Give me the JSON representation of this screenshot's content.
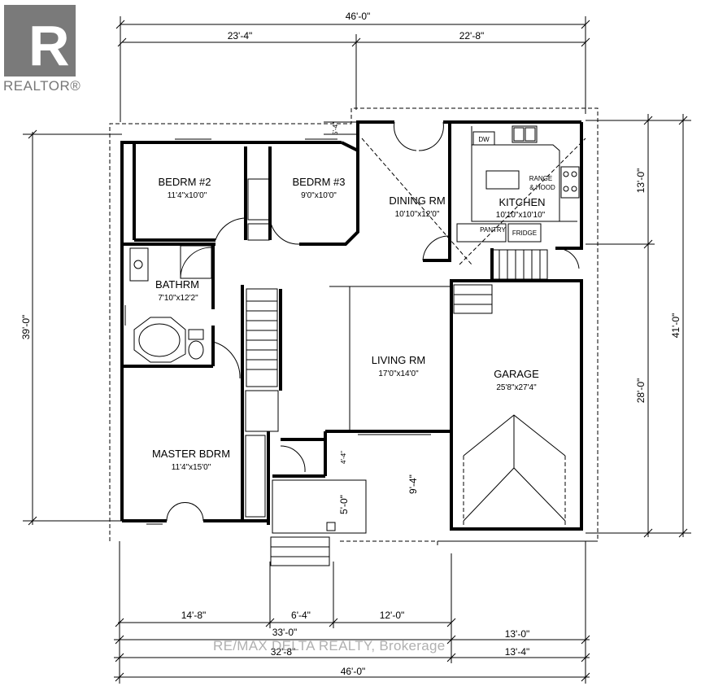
{
  "logo": {
    "text": "REALTOR®"
  },
  "watermark": "RE/MAX DELTA REALTY, Brokerage",
  "rooms": {
    "bedroom2": {
      "name": "BEDRM #2",
      "size": "11'4\"x10'0\""
    },
    "bedroom3": {
      "name": "BEDRM #3",
      "size": "9'0\"x10'0\""
    },
    "dining": {
      "name": "DINING RM",
      "size": "10'10\"x12'0\""
    },
    "kitchen": {
      "name": "KITCHEN",
      "size": "10'10\"x10'10\""
    },
    "bathroom": {
      "name": "BATHRM",
      "size": "7'10\"x12'2\""
    },
    "living": {
      "name": "LIVING RM",
      "size": "17'0\"x14'0\""
    },
    "garage": {
      "name": "GARAGE",
      "size": "25'8\"x27'4\""
    },
    "master": {
      "name": "MASTER BDRM",
      "size": "11'4\"x15'0\""
    }
  },
  "fixtures": {
    "dw": "DW",
    "range": "RANGE",
    "hood": "& HOOD",
    "pantry": "PANTRY",
    "fridge": "FRIDGE"
  },
  "dimensions": {
    "top_total": "46'-0\"",
    "top_left": "23'-4\"",
    "top_right": "22'-8\"",
    "bump": "5'-4\"",
    "left_height": "39'-0\"",
    "right_upper": "13'-0\"",
    "right_lower": "28'-0\"",
    "right_total": "41'-0\"",
    "porch_a": "4'-4\"",
    "porch_b": "5'-0\"",
    "porch_c": "9'-4\"",
    "bottom_a": "14'-8\"",
    "bottom_b": "6'-4\"",
    "bottom_c": "12'-0\"",
    "bottom_d": "33'-0\"",
    "bottom_e": "13'-0\"",
    "bottom_f": "32'-8\"",
    "bottom_g": "13'-4\"",
    "bottom_total": "46'-0\""
  }
}
